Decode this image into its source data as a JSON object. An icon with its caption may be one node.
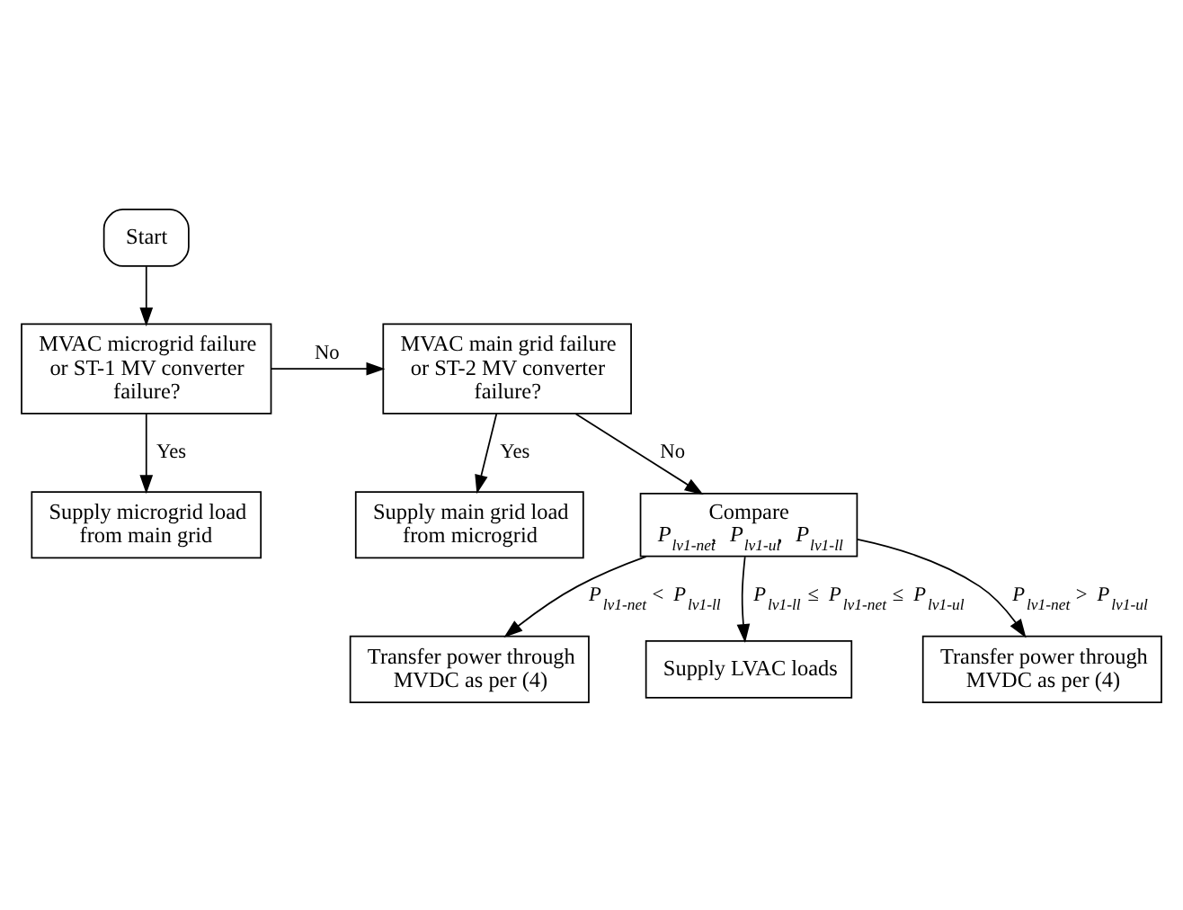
{
  "diagram": {
    "nodes": [
      {
        "text": [
          "Start"
        ]
      },
      {
        "text": [
          "MVAC microgrid failure or ST-1 MV converter failure?"
        ]
      },
      {
        "text": [
          "MVAC main grid failure or ST-2 MV converter failure?"
        ]
      },
      {
        "text": [
          "Supply main grid load from microgrid"
        ]
      },
      {
        "text": [
          "Supply microgrid load from main grid"
        ]
      },
      {
        "text": [
          "Compare",
          "*P*$_{lv1-net}$, *P*$_{lv1-ul}$, *P*$_{lv1-ll}$"
        ]
      },
      {
        "text": [
          "Transfer power through MVDC as per (4)"
        ]
      },
      {
        "text": [
          "Supply LVAC loads"
        ]
      },
      {
        "text": [
          "Transfer power through MVDC as per (4)"
        ]
      }
    ],
    "edges": [
      {
        "from": 0,
        "to": 1,
        "arrow": "to"
      },
      {
        "from": 1,
        "to": 2,
        "arrow": "to",
        "label": "No"
      },
      {
        "from": 1,
        "to": 4,
        "arrow": "to",
        "label": "Yes"
      },
      {
        "from": 2,
        "to": 3,
        "arrow": "to",
        "label": "Yes"
      },
      {
        "from": 2,
        "to": 5,
        "arrow": "to",
        "label": "No"
      },
      {
        "from": 5,
        "to": 6,
        "arrow": "to",
        "label": "*P*$_{lv1-net}$ < *P*$_{lv1-ll}$"
      },
      {
        "from": 5,
        "to": 7,
        "arrow": "to",
        "label": "*P*$_{lv1-ll}$ ≤ *P*$_{lv1-net}$ ≤ *P*$_{lv1-ul}$"
      },
      {
        "from": 5,
        "to": 8,
        "arrow": "to",
        "label": "*P*$_{lv1-net}$ > *P*$_{lv1-ul}$"
      }
    ]
  }
}
